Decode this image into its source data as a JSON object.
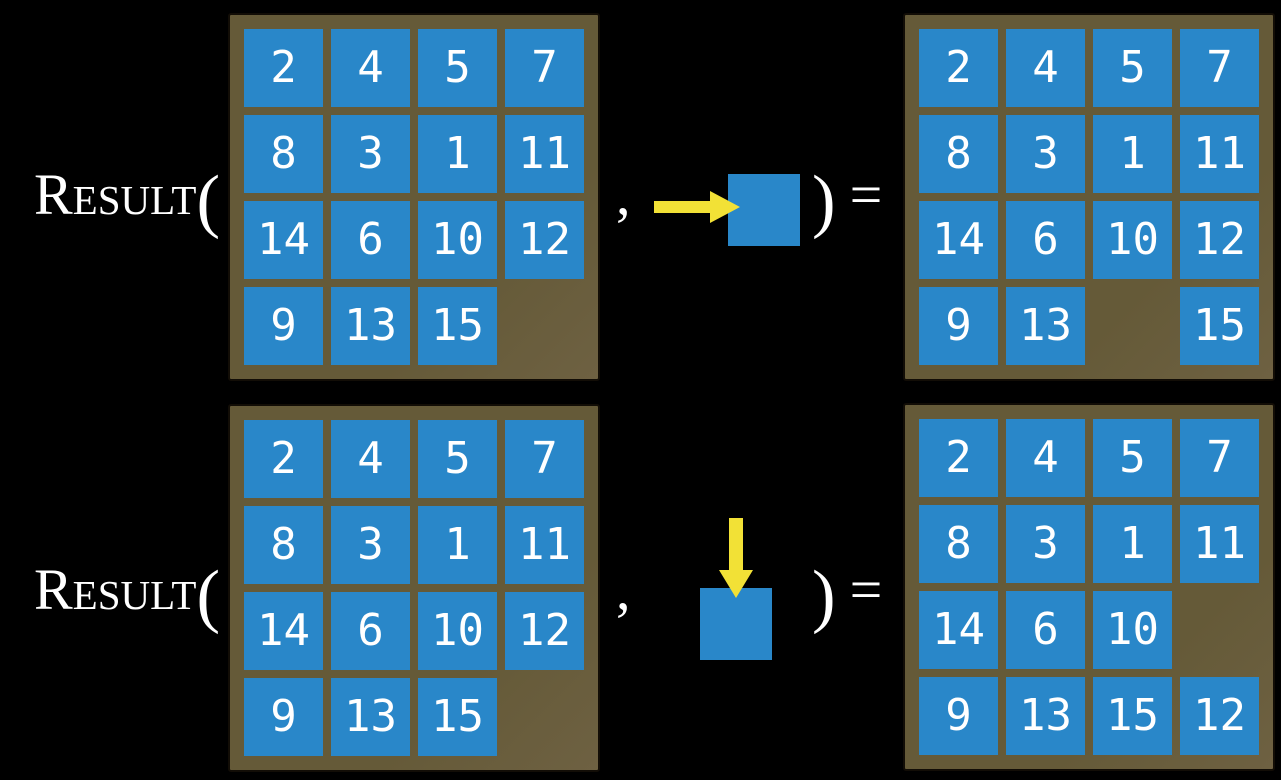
{
  "figure": {
    "function": {
      "name": "Result",
      "open_paren": "(",
      "comma": ",",
      "close_paren": ")",
      "equals": "="
    },
    "colors": {
      "background": "#000000",
      "board": "#655a38",
      "border": "#120d06",
      "tile": "#2987c9",
      "arrow": "#f2e136",
      "text": "#ffffff"
    },
    "examples": [
      {
        "action_icon": "right-arrow-into-tile",
        "input_grid": [
          [
            "2",
            "4",
            "5",
            "7"
          ],
          [
            "8",
            "3",
            "1",
            "11"
          ],
          [
            "14",
            "6",
            "10",
            "12"
          ],
          [
            "9",
            "13",
            "15",
            ""
          ]
        ],
        "output_grid": [
          [
            "2",
            "4",
            "5",
            "7"
          ],
          [
            "8",
            "3",
            "1",
            "11"
          ],
          [
            "14",
            "6",
            "10",
            "12"
          ],
          [
            "9",
            "13",
            "",
            "15"
          ]
        ]
      },
      {
        "action_icon": "down-arrow-into-tile",
        "input_grid": [
          [
            "2",
            "4",
            "5",
            "7"
          ],
          [
            "8",
            "3",
            "1",
            "11"
          ],
          [
            "14",
            "6",
            "10",
            "12"
          ],
          [
            "9",
            "13",
            "15",
            ""
          ]
        ],
        "output_grid": [
          [
            "2",
            "4",
            "5",
            "7"
          ],
          [
            "8",
            "3",
            "1",
            "11"
          ],
          [
            "14",
            "6",
            "10",
            ""
          ],
          [
            "9",
            "13",
            "15",
            "12"
          ]
        ]
      }
    ]
  }
}
